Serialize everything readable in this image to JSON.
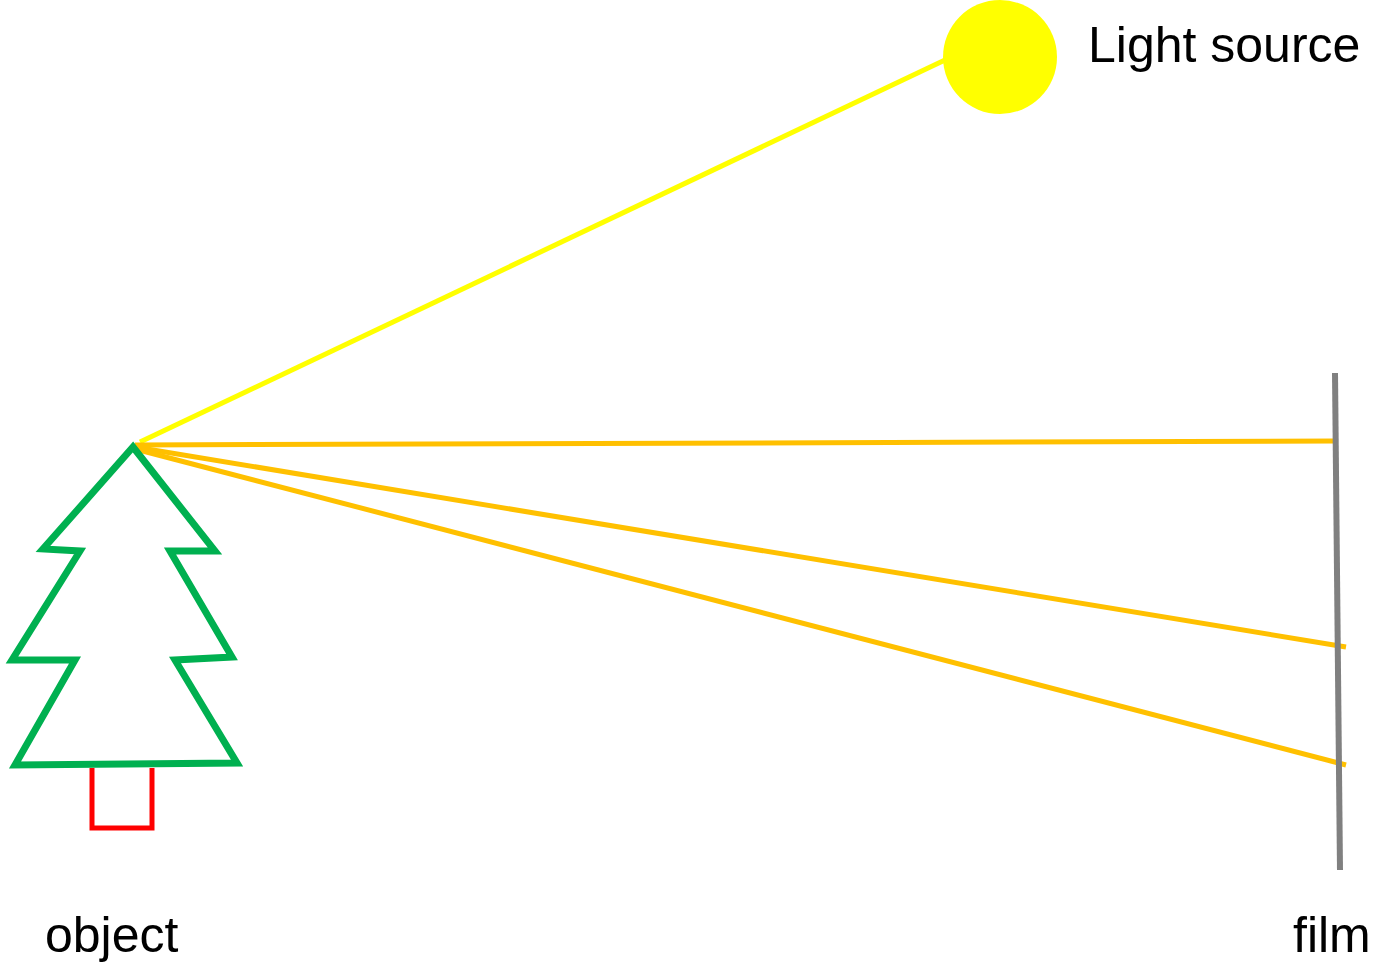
{
  "diagram": {
    "labels": [
      "Light source",
      "object",
      "film"
    ]
  }
}
